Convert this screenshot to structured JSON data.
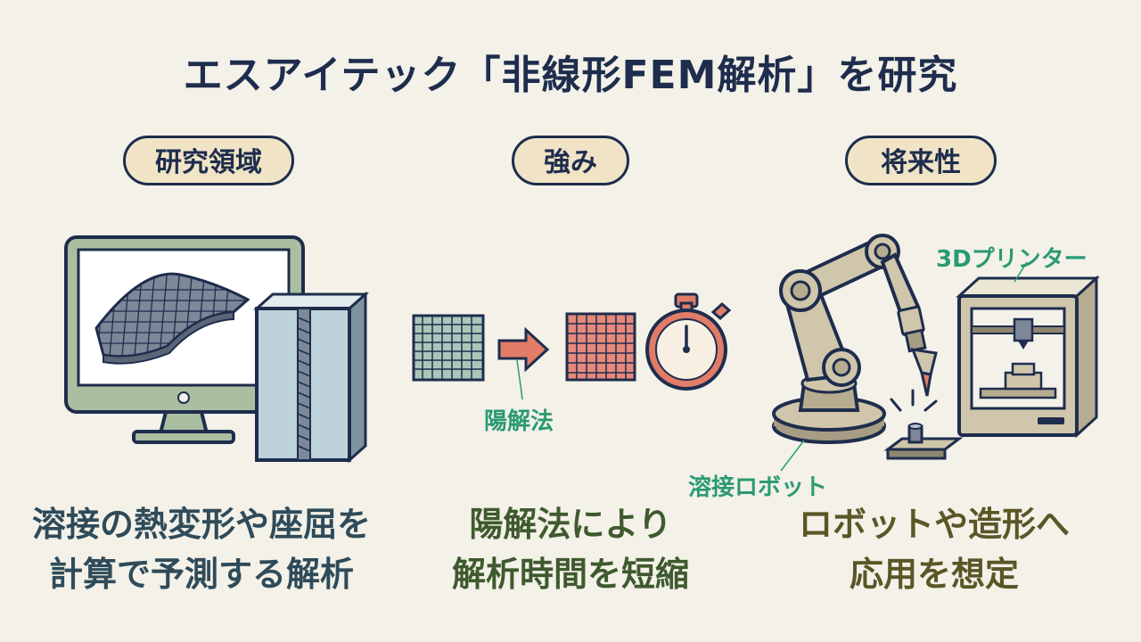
{
  "title": "エスアイテック「非線形FEM解析」を研究",
  "columns": [
    {
      "heading": "研究領域",
      "caption": [
        "溶接の熱変形や座屈を",
        "計算で予測する解析"
      ],
      "color": "#2f4b5a"
    },
    {
      "heading": "強み",
      "caption": [
        "陽解法により",
        "解析時間を短縮"
      ],
      "color": "#3f5a2e"
    },
    {
      "heading": "将来性",
      "caption": [
        "ロボットや造形へ",
        "応用を想定"
      ],
      "color": "#5a5626"
    }
  ],
  "labels": {
    "explicit_method": "陽解法",
    "printer": "3Dプリンター",
    "robot": "溶接ロボット"
  },
  "colors": {
    "navy": "#1e2d4d",
    "teal": "#2a9a73",
    "salmon": "#e07c68",
    "pill": "#f1e4c6"
  }
}
